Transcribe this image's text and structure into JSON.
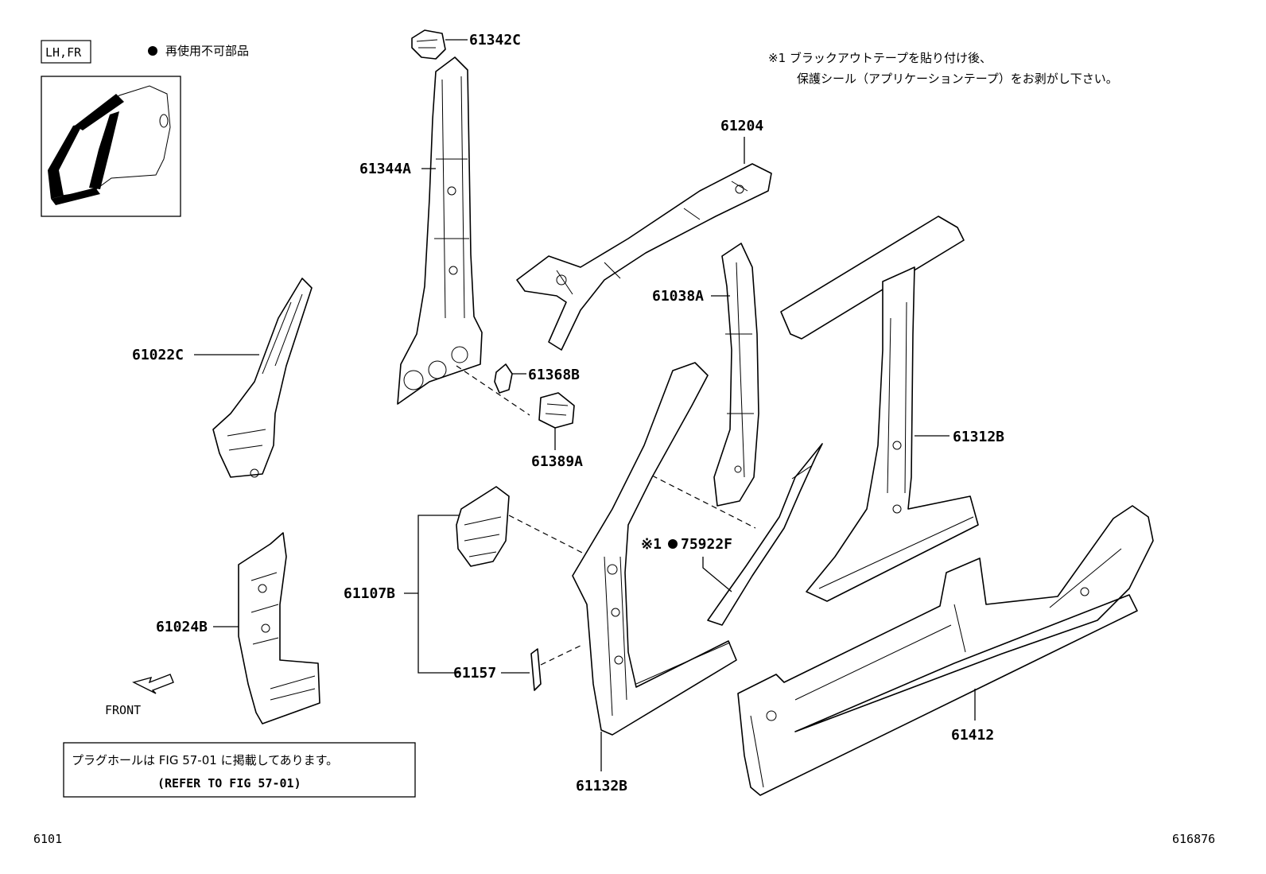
{
  "header": {
    "position_code": "LH,FR",
    "nonreusable_legend": "再使用不可部品",
    "note_line1": "※1 ブラックアウトテープを貼り付け後、",
    "note_line2": "保護シール（アプリケーションテープ）をお剥がし下さい。"
  },
  "parts": [
    {
      "id": "61342C"
    },
    {
      "id": "61344A"
    },
    {
      "id": "61204"
    },
    {
      "id": "61022C"
    },
    {
      "id": "61368B"
    },
    {
      "id": "61389A"
    },
    {
      "id": "61038A"
    },
    {
      "id": "61312B"
    },
    {
      "id": "61107B"
    },
    {
      "id": "61157"
    },
    {
      "id": "61024B"
    },
    {
      "id": "75922F"
    },
    {
      "id": "61132B"
    },
    {
      "id": "61412"
    }
  ],
  "callout_75922F_prefix": "※1",
  "front_label": "FRONT",
  "refer_box": {
    "line1": "プラグホールは FIG 57-01 に掲載してあります。",
    "line2": "(REFER TO FIG 57-01)"
  },
  "footer": {
    "left_code": "6101",
    "right_code": "616876"
  },
  "colors": {
    "ink": "#000000",
    "paper": "#ffffff"
  }
}
